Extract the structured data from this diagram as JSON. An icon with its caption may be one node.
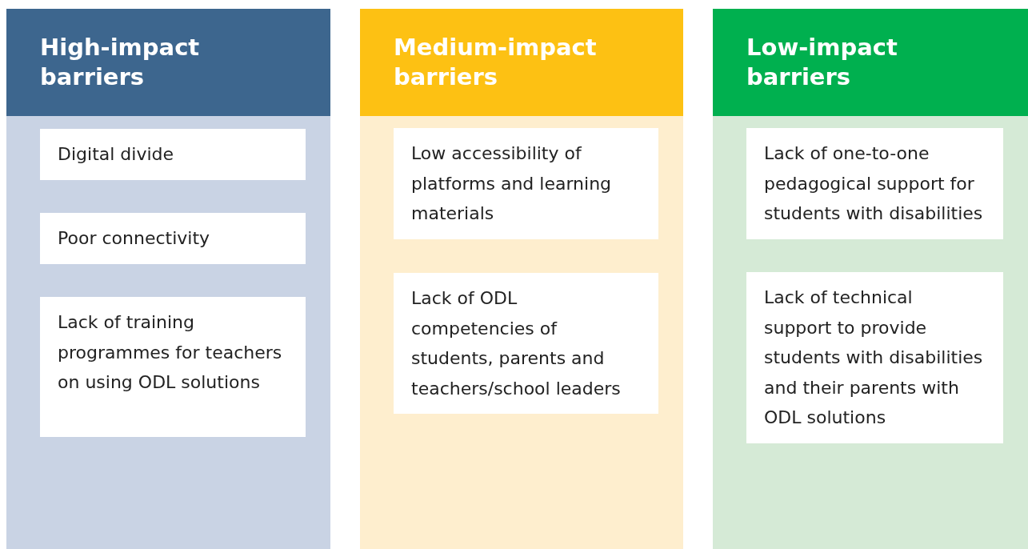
{
  "diagram": {
    "nodes": [
      {
        "text": [
          "High-impact barriers"
        ]
      },
      {
        "text": [
          "Digital divide"
        ],
        "in": 0
      },
      {
        "text": [
          "Poor connectivity"
        ],
        "in": 0
      },
      {
        "text": [
          "Lack of training programmes for teachers on using ODL solutions"
        ],
        "in": 0
      },
      {
        "text": [
          "Medium-impact barriers"
        ]
      },
      {
        "text": [
          "Low accessibility of platforms and learning materials"
        ],
        "in": 4
      },
      {
        "text": [
          "Lack of ODL competencies of students, parents and teachers/school leaders"
        ],
        "in": 4
      },
      {
        "text": [
          "Low-impact barriers"
        ]
      },
      {
        "text": [
          "Lack of one-to-one pedagogical support for students with disabilities"
        ],
        "in": 7
      },
      {
        "text": [
          "Lack of technical support to provide students with disabilities and their parents with ODL solutions"
        ],
        "in": 7
      }
    ]
  }
}
